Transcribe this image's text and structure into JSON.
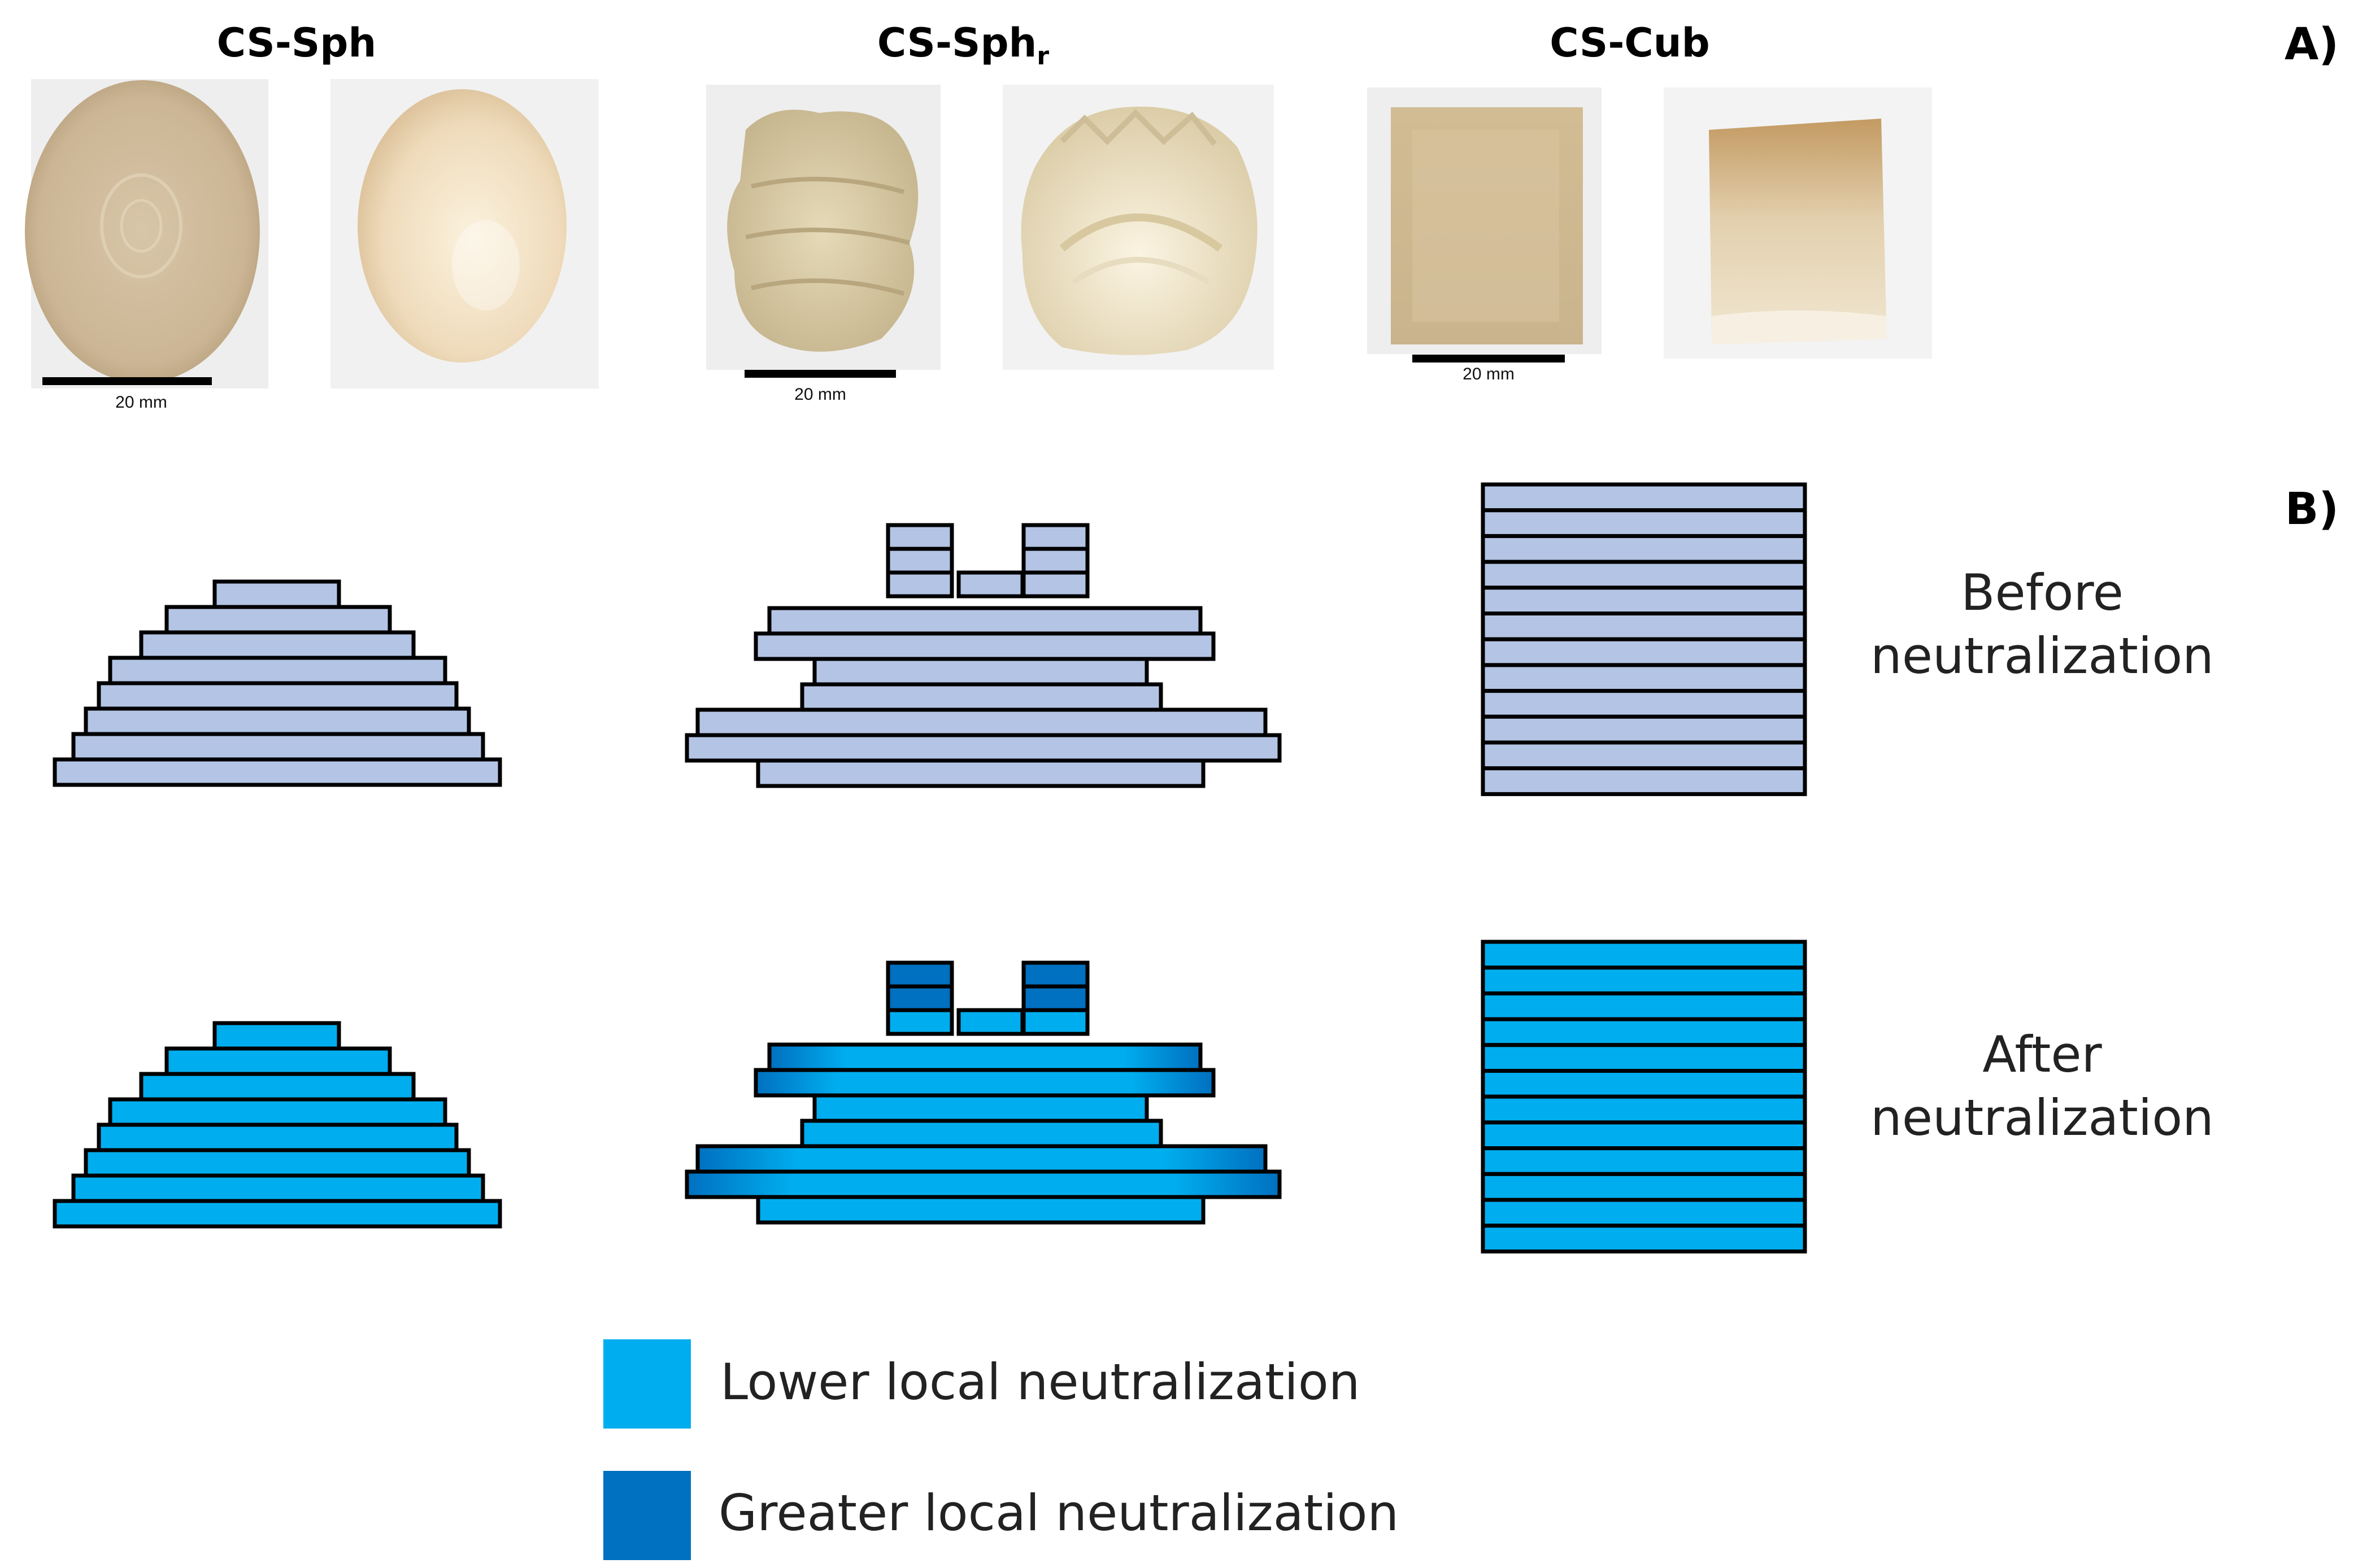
{
  "panel_labels": {
    "a": "A)",
    "b": "B)"
  },
  "samples": [
    {
      "title": "CS-Sph",
      "subscript": ""
    },
    {
      "title": "CS-Sph",
      "subscript": "r"
    },
    {
      "title": "CS-Cub",
      "subscript": ""
    }
  ],
  "scale_bar_label": "20 mm",
  "states": {
    "before": {
      "line1": "Before",
      "line2": "neutralization"
    },
    "after": {
      "line1": "After",
      "line2": "neutralization"
    }
  },
  "legend": [
    {
      "label": "Lower local neutralization",
      "color": "#00AEEF"
    },
    {
      "label": "Greater local neutralization",
      "color": "#0070C0"
    }
  ],
  "colors": {
    "layer_before": "#B4C4E4",
    "layer_after_low": "#00AEEF",
    "layer_after_high": "#0070C0",
    "outline": "#000000",
    "photo_sphere": "#CDB898",
    "photo_sphere_light": "#EFDCC0",
    "photo_cube": "#D8C4A0"
  }
}
